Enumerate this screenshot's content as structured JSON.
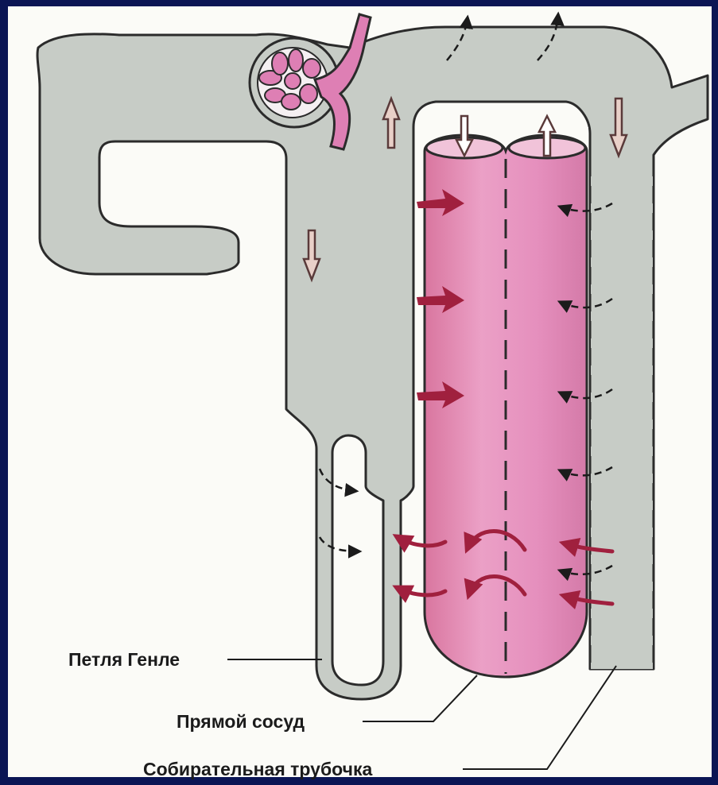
{
  "labels": {
    "henle_loop": "Петля Генле",
    "vasa_recta": "Прямой сосуд",
    "collecting_duct": "Собирательная трубочка"
  },
  "colors": {
    "slide_background": "#0b1554",
    "panel_background": "#fbfbf7",
    "tubule_fill": "#c7ccc6",
    "vessel_fill": "#e58fbd",
    "glomerulus_fill": "#de7fb4",
    "arrow_red": "#a0203e",
    "outline": "#2b2b2b"
  },
  "icons": {
    "flow_arrow": "hollow-arrow-icon",
    "water_arrow": "dashed-arrow-icon",
    "solute_arrow": "red-arrow-icon"
  }
}
